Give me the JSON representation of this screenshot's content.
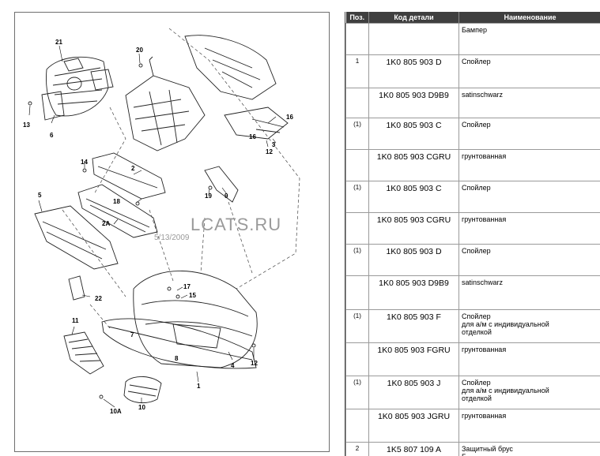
{
  "diagram": {
    "watermark": "LCATS.RU",
    "watermark_date": "5/13/2009",
    "callouts": [
      "21",
      "20",
      "6",
      "13",
      "14",
      "2",
      "19",
      "9",
      "16",
      "3",
      "12",
      "18",
      "5",
      "2A",
      "17",
      "15",
      "22",
      "11",
      "1",
      "4",
      "12",
      "10A",
      "10",
      "7",
      "8",
      "16"
    ]
  },
  "table": {
    "headers": [
      "Поз.",
      "Код детали",
      "Наименование"
    ],
    "rows": [
      {
        "pos": "",
        "code": "",
        "name": "Бампер"
      },
      {
        "pos": "1",
        "code": "1K0 805 903 D",
        "name": "Спойлер"
      },
      {
        "pos": "",
        "code": "1K0 805 903 D9B9",
        "name": "satinschwarz"
      },
      {
        "pos": "(1)",
        "code": "1K0 805 903 C",
        "name": "Спойлер"
      },
      {
        "pos": "",
        "code": "1K0 805 903 CGRU",
        "name": "грунтованная"
      },
      {
        "pos": "(1)",
        "code": "1K0 805 903 C",
        "name": "Спойлер"
      },
      {
        "pos": "",
        "code": "1K0 805 903 CGRU",
        "name": "грунтованная"
      },
      {
        "pos": "(1)",
        "code": "1K0 805 903 D",
        "name": "Спойлер"
      },
      {
        "pos": "",
        "code": "1K0 805 903 D9B9",
        "name": "satinschwarz"
      },
      {
        "pos": "(1)",
        "code": "1K0 805 903 F",
        "name": "Спойлер\nдля а/м с индивидуальной\nотделкой"
      },
      {
        "pos": "",
        "code": "1K0 805 903 FGRU",
        "name": "грунтованная"
      },
      {
        "pos": "(1)",
        "code": "1K0 805 903 J",
        "name": "Спойлер\nдля а/м с индивидуальной\nотделкой"
      },
      {
        "pos": "",
        "code": "1K0 805 903 JGRU",
        "name": "грунтованная"
      },
      {
        "pos": "2",
        "code": "1K5 807 109 A",
        "name": "Защитный брус\nБ..."
      }
    ]
  }
}
